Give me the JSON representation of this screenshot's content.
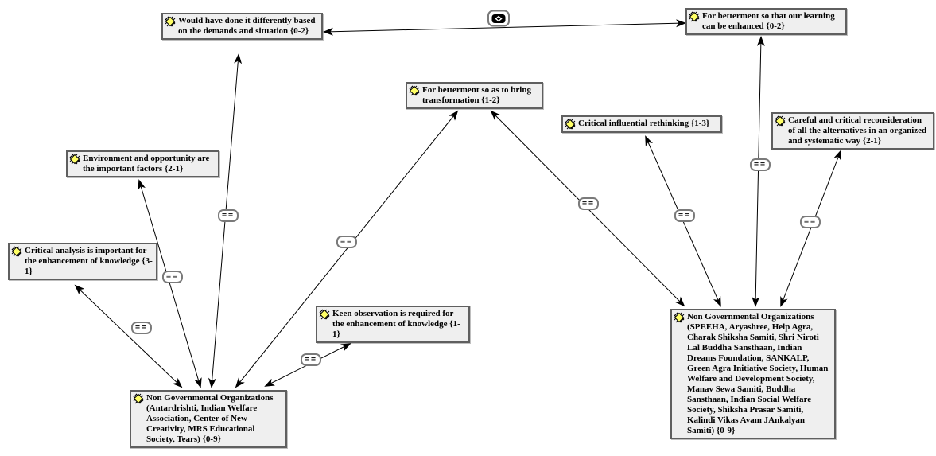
{
  "diagram": {
    "title": "NGO qualitative coding network",
    "relation_symbol": "<>",
    "colors": {
      "background": "#ffffff",
      "node_fill": "#efefef",
      "node_border": "#5f5f5f",
      "edge": "#000000",
      "code_icon_fill": "#ffff66",
      "label_border": "#7a7a7a"
    },
    "nodes": [
      {
        "id": "would-differently",
        "label": "Would have done it differently based on the demands and situation {0-2}"
      },
      {
        "id": "learning-enhanced",
        "label": "For betterment so that our learning can be enhanced {0-2}"
      },
      {
        "id": "transformation",
        "label": "For betterment so as to bring transformation {1-2}"
      },
      {
        "id": "critical-rethinking",
        "label": "Critical influential rethinking {1-3}"
      },
      {
        "id": "careful-reconsideration",
        "label": "Careful and critical reconsideration of all the alternatives in an organized and systematic way {2-1}"
      },
      {
        "id": "environment-opportunity",
        "label": "Environment and opportunity are the important factors {2-1}"
      },
      {
        "id": "critical-analysis",
        "label": "Critical analysis is important for the enhancement of knowledge {3-1}"
      },
      {
        "id": "keen-observation",
        "label": "Keen observation is required for the enhancement of knowledge {1-1}"
      },
      {
        "id": "ngo-left",
        "label": "Non Governmental Organizations (Antardrishti, Indian Welfare Association, Center of New Creativity, MRS Educational Society, Tears) {0-9}"
      },
      {
        "id": "ngo-right",
        "label": "Non Governmental Organizations (SPEEHA, Aryashree, Help Agra, Charak Shiksha Samiti, Shri Niroti Lal Buddha Sansthaan, Indian Dreams Foundation, SANKALP, Green Agra Initiative Society, Human Welfare and Development Society, Manav Sewa Samiti, Buddha Sansthaan, Indian Social Welfare Society, Shiksha Prasar Samiti, Kalindi Vikas Avam JAnkalyan Samiti) {0-9}"
      }
    ],
    "edges": [
      {
        "from": "ngo-left",
        "to": "critical-analysis",
        "label": "=="
      },
      {
        "from": "ngo-left",
        "to": "environment-opportunity",
        "label": "=="
      },
      {
        "from": "ngo-left",
        "to": "would-differently",
        "label": "=="
      },
      {
        "from": "ngo-left",
        "to": "transformation",
        "label": "=="
      },
      {
        "from": "ngo-left",
        "to": "keen-observation",
        "label": "=="
      },
      {
        "from": "ngo-right",
        "to": "transformation",
        "label": "=="
      },
      {
        "from": "ngo-right",
        "to": "critical-rethinking",
        "label": "=="
      },
      {
        "from": "ngo-right",
        "to": "learning-enhanced",
        "label": "=="
      },
      {
        "from": "ngo-right",
        "to": "careful-reconsideration",
        "label": "=="
      },
      {
        "from": "would-differently",
        "to": "learning-enhanced",
        "label": "<>"
      }
    ]
  }
}
